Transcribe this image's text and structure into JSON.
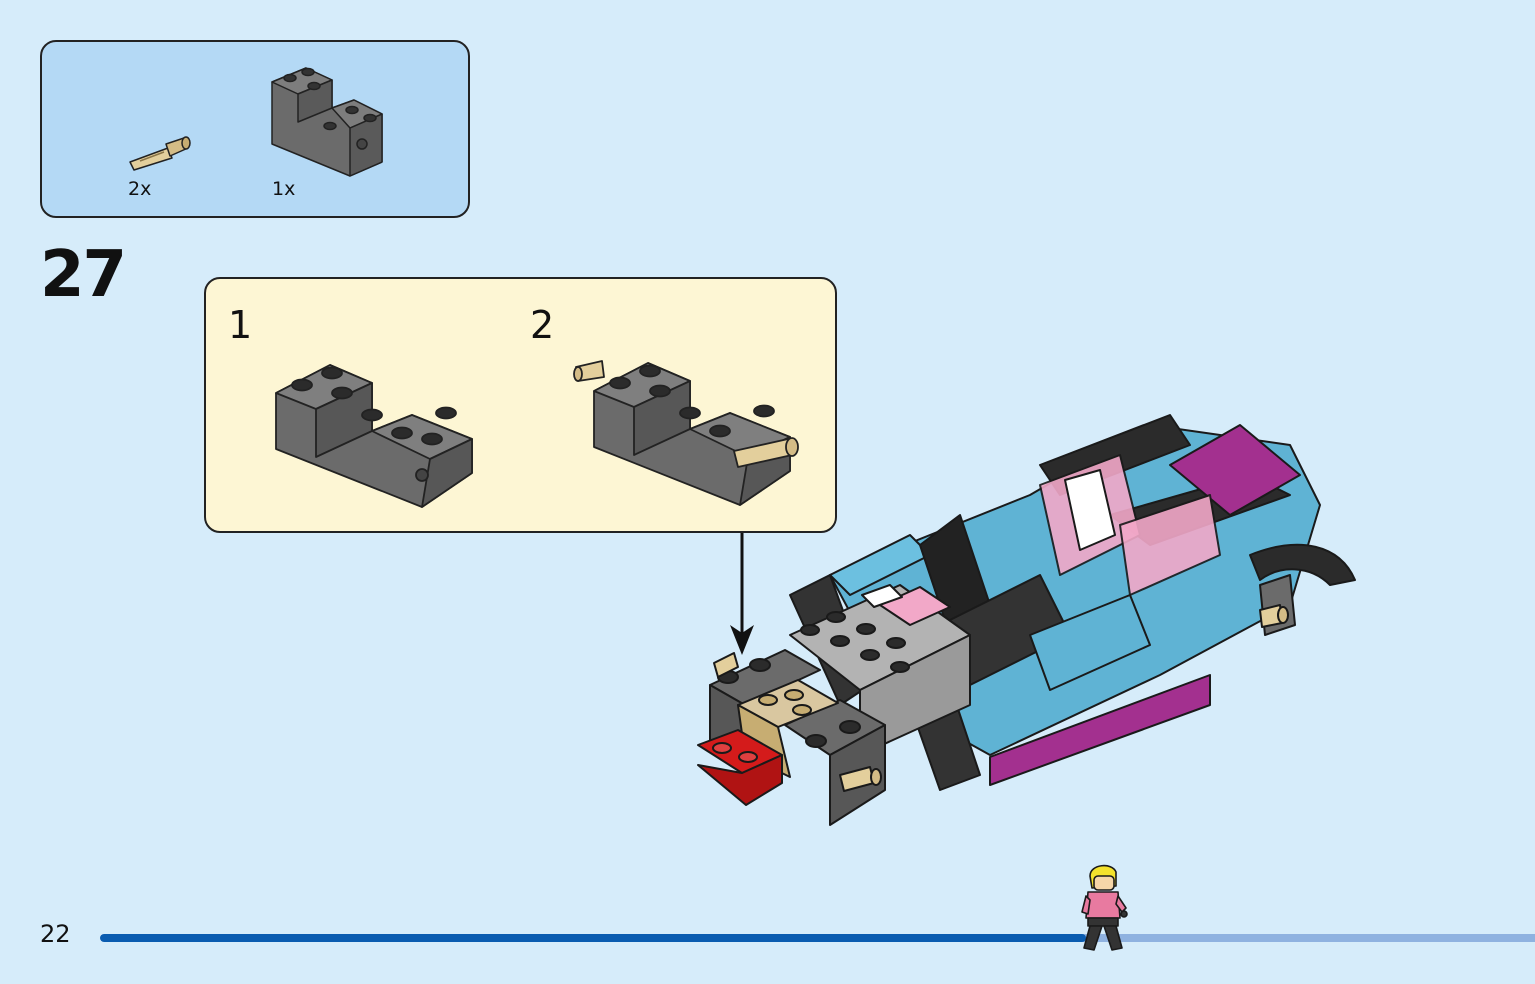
{
  "parts_callout": {
    "items": [
      {
        "part": "tan-axle-pin",
        "qty": "2x"
      },
      {
        "part": "dark-gray-brick-with-pin-holes",
        "qty": "1x"
      }
    ]
  },
  "step": {
    "number": "27",
    "substeps": [
      {
        "label": "1"
      },
      {
        "label": "2"
      }
    ]
  },
  "footer": {
    "page_number": "22",
    "progress_fraction": 0.687
  },
  "colors": {
    "background": "#d6ecfa",
    "parts_box": "#b4d9f5",
    "substep_box": "#fdf6d4",
    "brick_dark_gray": "#6b6b6b",
    "brick_light_gray": "#b3b3b3",
    "tan": "#d9c7a0",
    "red": "#d41b1b",
    "azure": "#5fb3d4",
    "magenta": "#a3308f",
    "pink": "#f2a8c8",
    "progress_fill": "#0a5cb0",
    "progress_track": "#8fb2e0"
  }
}
